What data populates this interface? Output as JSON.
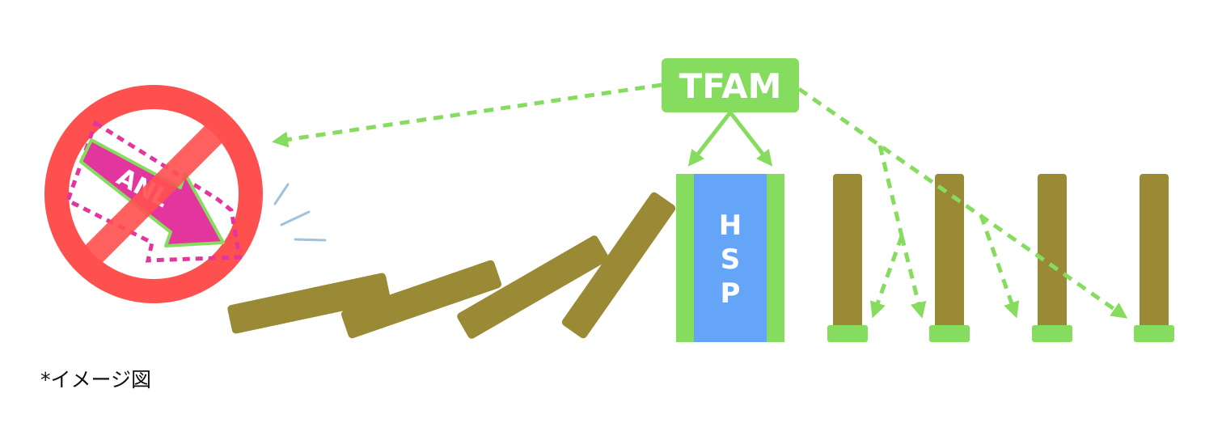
{
  "labels": {
    "tfam": "TFAM",
    "hsp": [
      "H",
      "S",
      "P"
    ],
    "anl": "ANL"
  },
  "caption": "*イメージ図",
  "colors": {
    "green": "#86DC5E",
    "blue": "#64A5F8",
    "olive": "#9A8A35",
    "red": "#FF5050",
    "magenta": "#E2369E",
    "impact": "#9FC3DD"
  },
  "icons": {
    "prohibition": "no-entry-sign-icon",
    "arrow": "diagonal-down-arrow-icon"
  }
}
